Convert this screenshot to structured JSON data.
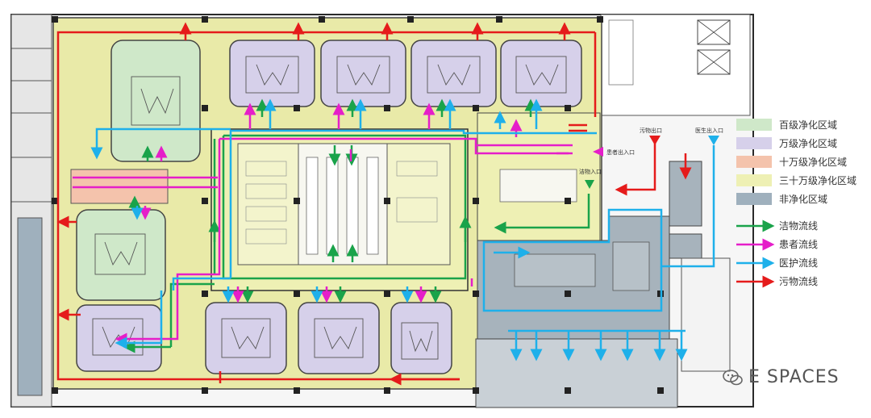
{
  "entrances": {
    "dirty_exit": "污物出口",
    "staff_entrance": "医生出入口",
    "patient_entrance": "患者出入口",
    "clean_entrance": "洁物入口"
  },
  "legend": {
    "zones": [
      {
        "label": "百级净化区域",
        "color": "#cfe8c9"
      },
      {
        "label": "万级净化区域",
        "color": "#d6d0ea"
      },
      {
        "label": "十万级净化区域",
        "color": "#f4c3ac"
      },
      {
        "label": "三十万级净化区域",
        "color": "#eef0b4"
      },
      {
        "label": "非净化区域",
        "color": "#9fb0bd"
      }
    ],
    "flows": [
      {
        "label": "洁物流线",
        "color": "#1aa34a"
      },
      {
        "label": "患者流线",
        "color": "#e51ec9"
      },
      {
        "label": "医护流线",
        "color": "#1eb0ea"
      },
      {
        "label": "污物流线",
        "color": "#e51b1b"
      }
    ]
  },
  "watermark": {
    "text": "E SPACES"
  },
  "colors": {
    "yellow_zone": "#eef0b4",
    "outer_corridor": "#e9eaa8",
    "grey_zone": "#a7b3bc",
    "wall": "#2a2a2a"
  }
}
